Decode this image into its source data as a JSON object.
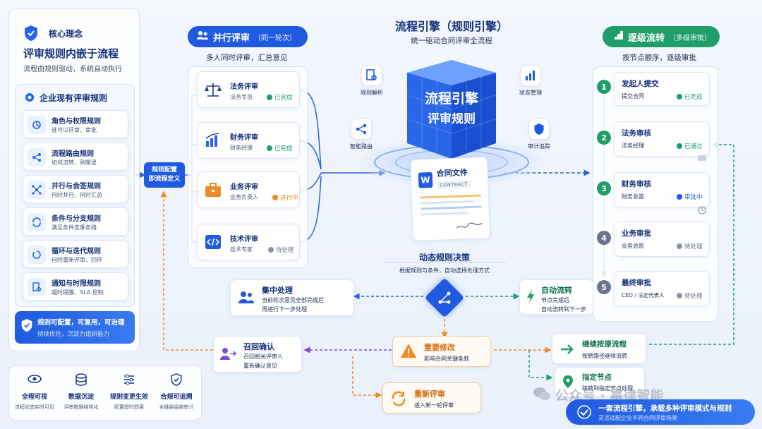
{
  "left": {
    "title_tag": "核心理念",
    "headline": "评审规则内嵌于流程",
    "subline": "流程由规则驱动，系统自动执行",
    "rules_title": "企业现有评审规则",
    "rules": [
      {
        "title": "角色与权限规则",
        "desc": "谁可以评审、审批"
      },
      {
        "title": "流程路由规则",
        "desc": "如何流转、到哪里"
      },
      {
        "title": "并行与会签规则",
        "desc": "何时并行、何时汇总"
      },
      {
        "title": "条件与分支规则",
        "desc": "满足条件走哪条路"
      },
      {
        "title": "循环与迭代规则",
        "desc": "何时重新评审、回环"
      },
      {
        "title": "通知与时限规则",
        "desc": "超时提醒、SLA 控制"
      }
    ],
    "footer_title": "规则可配置，可复用，可治理",
    "footer_desc": "持续优化，沉淀为组织能力",
    "bottom_features": [
      {
        "title": "全程可视",
        "desc": "流程状态实时可见"
      },
      {
        "title": "数据沉淀",
        "desc": "评审数据结构化"
      },
      {
        "title": "规则变更生效",
        "desc": "配置即时即用"
      },
      {
        "title": "合规可追溯",
        "desc": "全链路留痕审计"
      }
    ]
  },
  "config_tag": {
    "line1": "规则配置",
    "line2": "即流程定义"
  },
  "parallel": {
    "title": "并行评审",
    "title_suffix": "（同一轮次）",
    "subtitle": "多人同时评审，汇总意见",
    "items": [
      {
        "title": "法务评审",
        "role": "法务专员",
        "status": "已完成"
      },
      {
        "title": "财务评审",
        "role": "财务经理",
        "status": "已完成"
      },
      {
        "title": "业务评审",
        "role": "业务负责人",
        "status": "进行中"
      },
      {
        "title": "技术评审",
        "role": "技术专家",
        "status": "待处理"
      }
    ]
  },
  "engine": {
    "title": "流程引擎（规则引擎）",
    "subtitle": "统一驱动合同评审全流程",
    "cube_line1": "流程引擎",
    "cube_line2": "评审规则",
    "features": [
      "规则解析",
      "状态管理",
      "智能路由",
      "审计追踪"
    ],
    "doc_title": "合同文件",
    "doc_tag": "CONTRACT",
    "doc_letter": "W"
  },
  "decision": {
    "title": "动态规则决策",
    "subtitle": "根据规则与条件，自动选择处理方式"
  },
  "collect": {
    "title": "集中处理",
    "line1": "当前轮次意见全部完成后",
    "line2": "再进行下一步处理"
  },
  "auto_flow": {
    "title": "自动流转",
    "line1": "节点完成后",
    "line2": "自动流转到下一步"
  },
  "major": {
    "title": "重要修改",
    "desc": "影响合同关键条款"
  },
  "recall": {
    "title": "召回确认",
    "line1": "召回相关评审人",
    "line2": "重新确认意见"
  },
  "rereview": {
    "title": "重新评审",
    "desc": "进入新一轮评审"
  },
  "continue": {
    "title": "继续按原流程",
    "desc": "按原路径继续流转"
  },
  "assign": {
    "title": "指定节点",
    "desc": "跳转到指定节点处理"
  },
  "sequential": {
    "title": "逐级流转",
    "title_suffix": "（多级审批）",
    "subtitle": "按节点顺序，逐级审批",
    "steps": [
      {
        "num": "1",
        "title": "发起人提交",
        "role": "提交合同",
        "status": "已完成"
      },
      {
        "num": "2",
        "title": "法务审核",
        "role": "法务经理",
        "status": "已通过"
      },
      {
        "num": "3",
        "title": "财务审核",
        "role": "财务总监",
        "status": "审批中"
      },
      {
        "num": "4",
        "title": "业务审批",
        "role": "业务总监",
        "status": "待处理"
      },
      {
        "num": "5",
        "title": "最终审批",
        "role": "CEO / 法定代表人",
        "status": "待处理"
      }
    ]
  },
  "bottom_banner": {
    "title": "一套流程引擎，承载多种评审模式与规则",
    "desc": "灵活适配企业不同合同评审场景"
  },
  "watermark": "公众号 · 幂律智能",
  "colors": {
    "primary": "#1f5ae0",
    "green": "#1e9e6a",
    "orange": "#f08a24",
    "purple": "#7a4fd6",
    "gray": "#8a94a8"
  }
}
